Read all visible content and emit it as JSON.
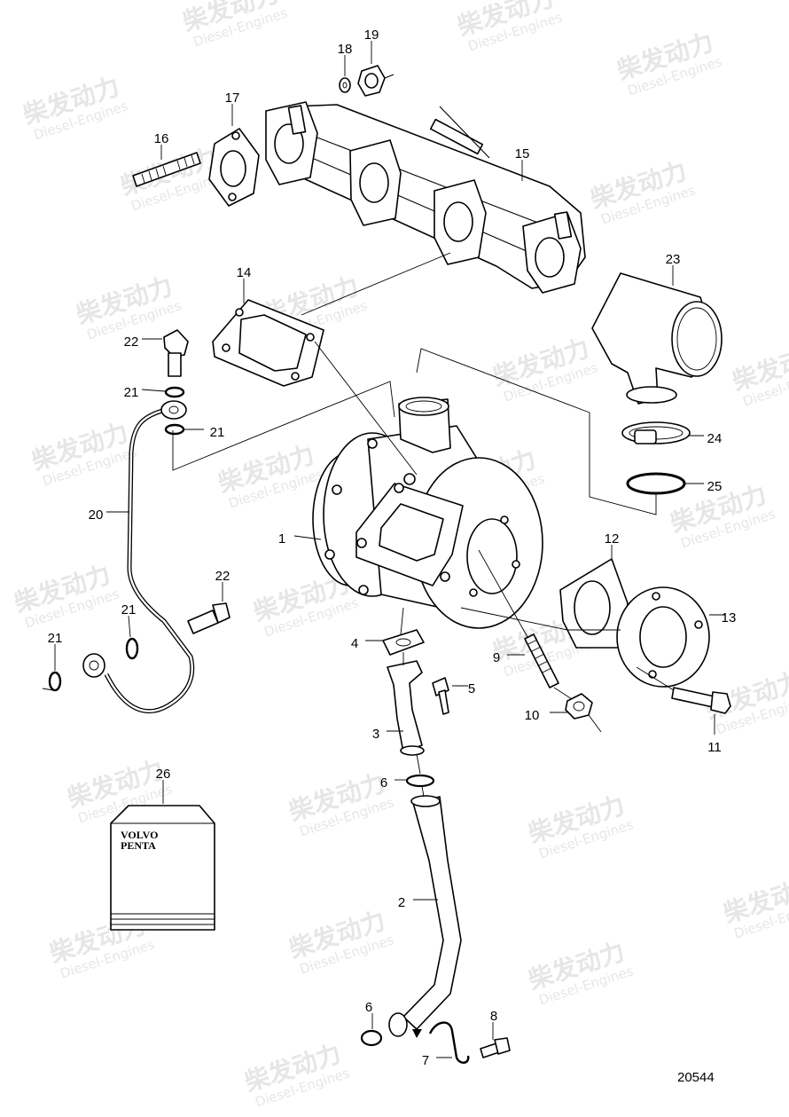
{
  "diagram_number": "20544",
  "manual_box": {
    "line1": "VOLVO",
    "line2": "PENTA"
  },
  "watermark": {
    "line1": "柴发动力",
    "line2": "Diesel-Engines"
  },
  "callouts": [
    {
      "id": "1",
      "label": "1"
    },
    {
      "id": "2",
      "label": "2"
    },
    {
      "id": "3",
      "label": "3"
    },
    {
      "id": "4",
      "label": "4"
    },
    {
      "id": "5",
      "label": "5"
    },
    {
      "id": "6a",
      "label": "6"
    },
    {
      "id": "6b",
      "label": "6"
    },
    {
      "id": "7",
      "label": "7"
    },
    {
      "id": "8",
      "label": "8"
    },
    {
      "id": "9",
      "label": "9"
    },
    {
      "id": "10",
      "label": "10"
    },
    {
      "id": "11",
      "label": "11"
    },
    {
      "id": "12",
      "label": "12"
    },
    {
      "id": "13",
      "label": "13"
    },
    {
      "id": "14",
      "label": "14"
    },
    {
      "id": "15",
      "label": "15"
    },
    {
      "id": "16",
      "label": "16"
    },
    {
      "id": "17",
      "label": "17"
    },
    {
      "id": "18",
      "label": "18"
    },
    {
      "id": "19",
      "label": "19"
    },
    {
      "id": "20",
      "label": "20"
    },
    {
      "id": "21a",
      "label": "21"
    },
    {
      "id": "21b",
      "label": "21"
    },
    {
      "id": "21c",
      "label": "21"
    },
    {
      "id": "21d",
      "label": "21"
    },
    {
      "id": "22a",
      "label": "22"
    },
    {
      "id": "22b",
      "label": "22"
    },
    {
      "id": "23",
      "label": "23"
    },
    {
      "id": "24",
      "label": "24"
    },
    {
      "id": "25",
      "label": "25"
    },
    {
      "id": "26",
      "label": "26"
    }
  ]
}
